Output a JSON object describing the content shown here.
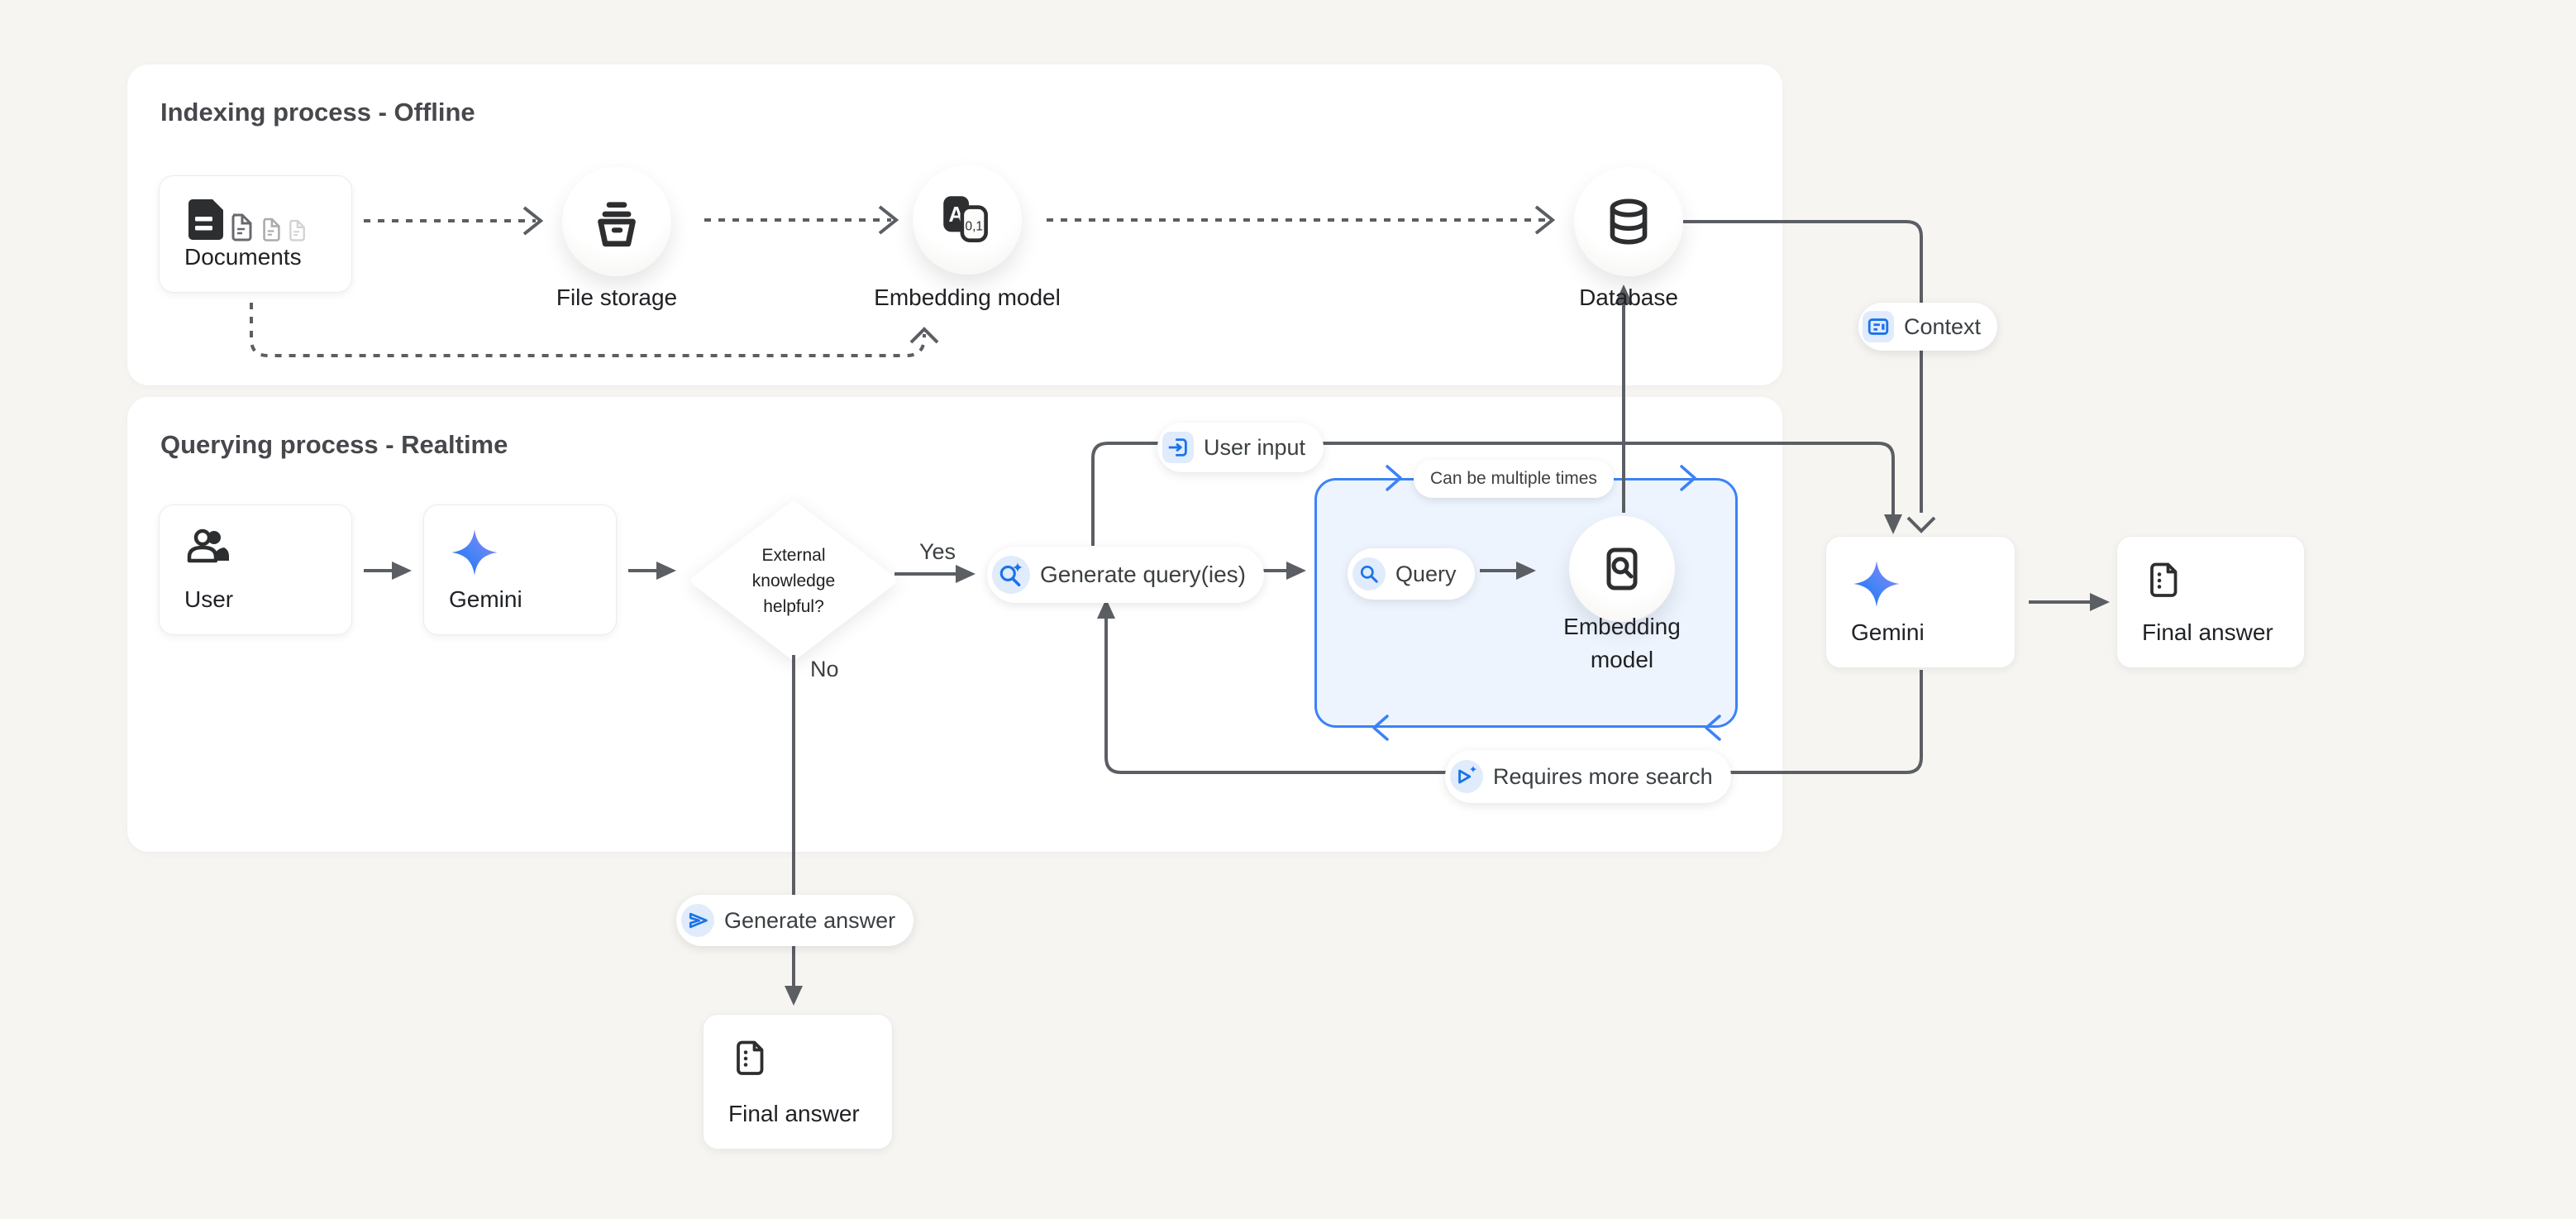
{
  "indexing": {
    "title": "Indexing process - Offline",
    "documents_label": "Documents",
    "file_storage_label": "File storage",
    "embedding_model_label": "Embedding model",
    "database_label": "Database"
  },
  "querying": {
    "title": "Querying process - Realtime",
    "user_label": "User",
    "gemini_label": "Gemini",
    "decision": {
      "line1": "External",
      "line2": "knowledge",
      "line3": "helpful?"
    },
    "yes": "Yes",
    "no": "No",
    "generate_queries_label": "Generate query(ies)",
    "query_label": "Query",
    "embedding_model_line1": "Embedding",
    "embedding_model_line2": "model",
    "gemini_right_label": "Gemini",
    "final_answer_right_label": "Final answer",
    "generate_answer_label": "Generate answer",
    "final_answer_bottom_label": "Final answer"
  },
  "badges": {
    "context": "Context",
    "user_input": "User input",
    "can_be_multiple_times": "Can be multiple times",
    "requires_more_search": "Requires more search"
  },
  "icons": {
    "translate_letter": "A",
    "translate_numbers": "0,1"
  },
  "colors": {
    "canvas_bg": "#f6f5f2",
    "panel_bg": "#ffffff",
    "line_gray": "#5b5e63",
    "icon_dark": "#2c2e30",
    "accent_blue": "#1a73e8",
    "loop_border_blue": "#3b82f6",
    "loop_fill": "#edf4fe",
    "chip_bg": "#e0ebfc",
    "gemini_gradient_start": "#1a6cf2",
    "gemini_gradient_end": "#a17efa"
  }
}
